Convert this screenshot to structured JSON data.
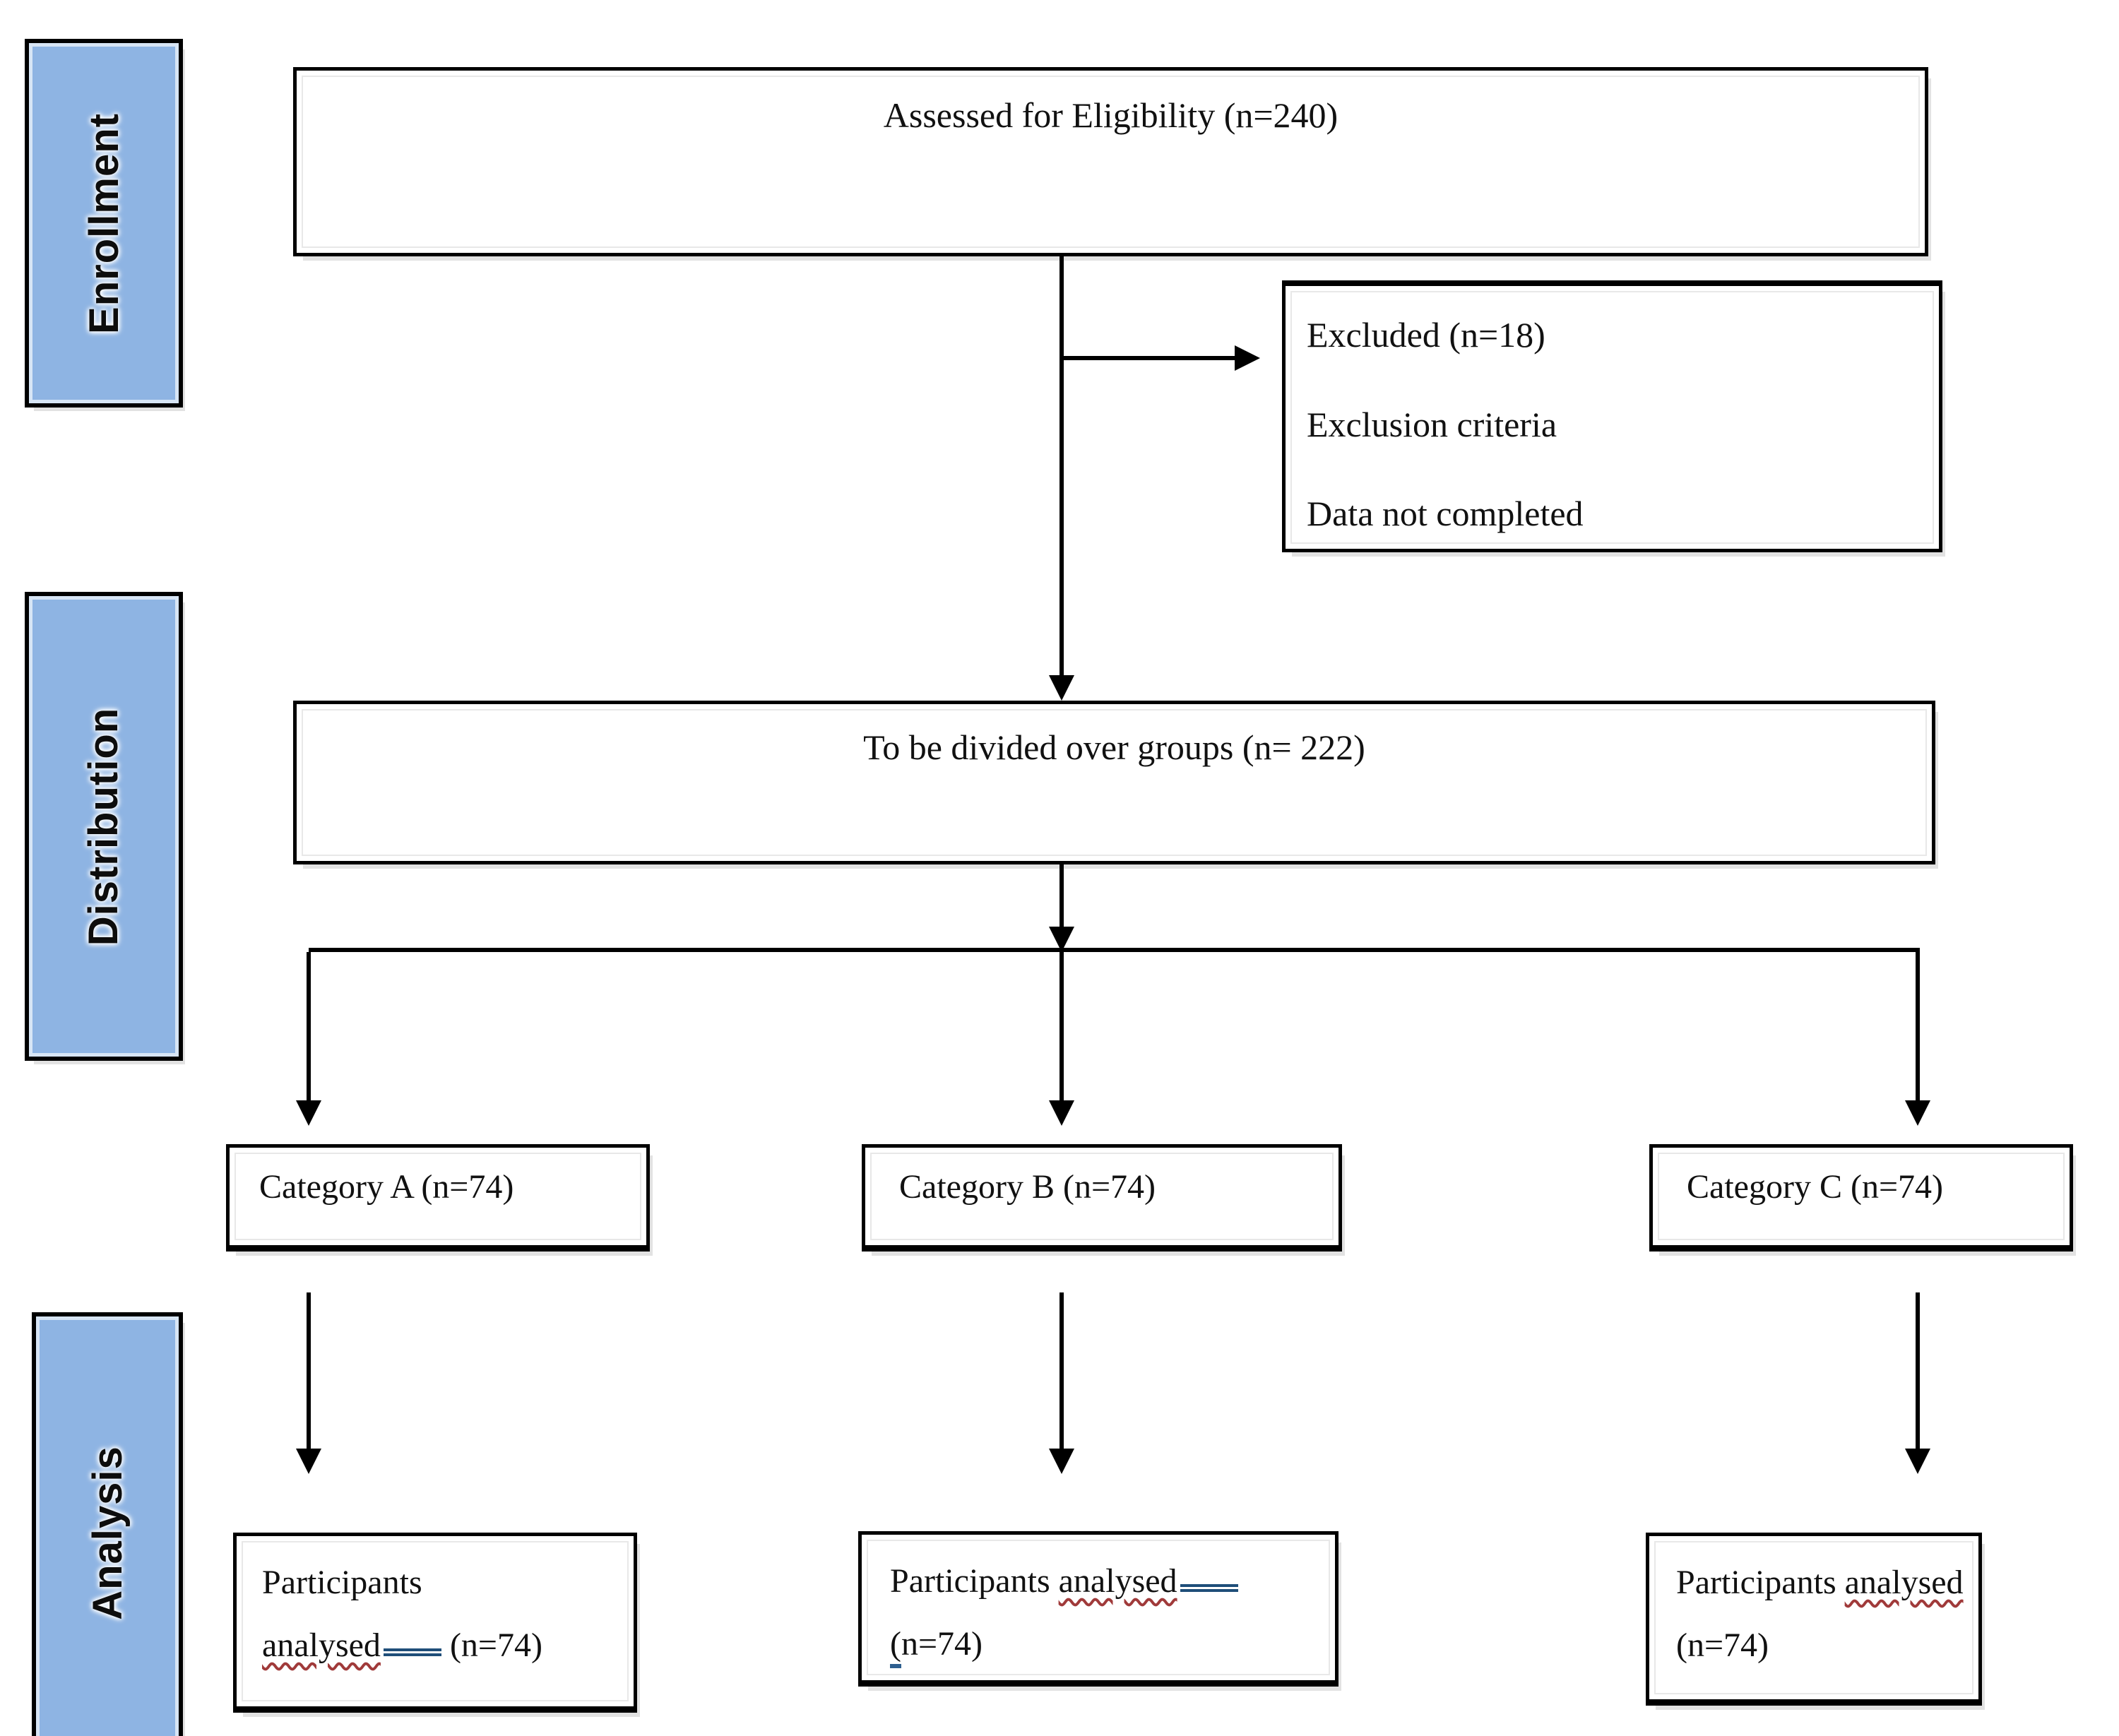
{
  "diagram": {
    "stages": [
      {
        "label": "Enrollment"
      },
      {
        "label": "Distribution"
      },
      {
        "label": "Analysis"
      }
    ],
    "boxes": {
      "assessed": {
        "text": "Assessed for Eligibility (n=240)"
      },
      "excluded": {
        "lines": [
          "Excluded (n=18)",
          "Exclusion criteria",
          "Data not completed"
        ]
      },
      "divided": {
        "text": "To be divided over groups (n= 222)"
      },
      "categories": [
        {
          "text": "Category A (n=74)"
        },
        {
          "text": "Category B (n=74)"
        },
        {
          "text": "Category C (n=74)"
        }
      ],
      "analysed_a": {
        "line1": "Participants",
        "word": "analysed",
        "rest": "(n=74)"
      },
      "analysed_b": {
        "line1_prefix": "Participants",
        "word": "analysed",
        "line2_open": "(",
        "line2_rest": "n=74)"
      },
      "analysed_c": {
        "line1_prefix": "Participants",
        "word": "analysed",
        "line2": "(n=74)"
      }
    },
    "colors": {
      "stage_fill": "#8eb4e3",
      "border": "#000000",
      "arrow": "#000000",
      "spellcheck_red": "#a03a3a",
      "grammar_blue": "#1f4e79"
    }
  }
}
